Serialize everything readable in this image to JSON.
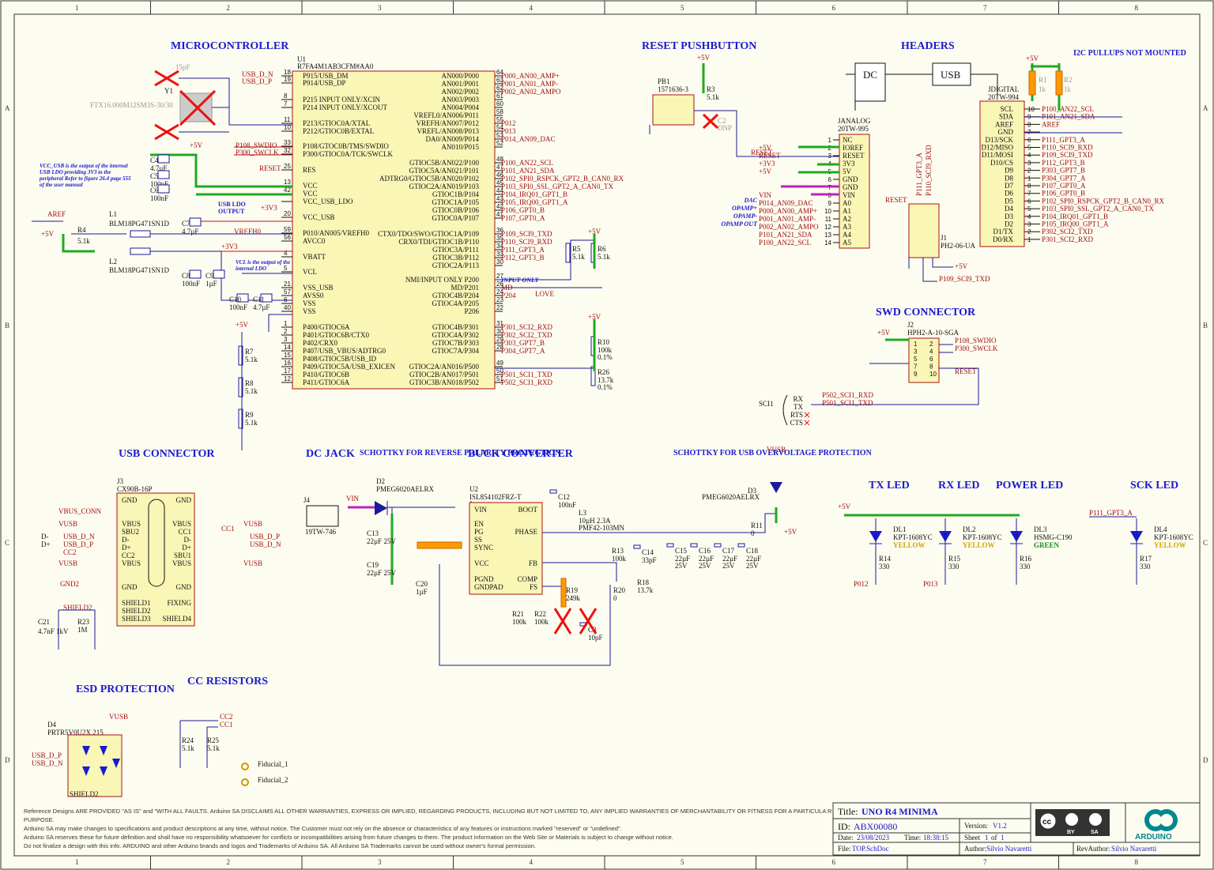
{
  "grid": {
    "cols": [
      "1",
      "2",
      "3",
      "4",
      "5",
      "6",
      "7",
      "8"
    ],
    "rows": [
      "A",
      "B",
      "C",
      "D"
    ]
  },
  "sections": {
    "micro": "MICROCONTROLLER",
    "reset": "RESET PUSHBUTTON",
    "headers": "HEADERS",
    "i2c": "I2C PULLUPS NOT MOUNTED",
    "swd": "SWD CONNECTOR",
    "usb": "USB CONNECTOR",
    "dc": "DC JACK",
    "schottky_rev": "SCHOTTKY FOR REVERSE POLARITY PROTECTION",
    "buck": "BUCK CONVERTER",
    "schottky_usb": "SCHOTTKY FOR USB OVERVOLTAGE PROTECTION",
    "tx_led": "TX LED",
    "rx_led": "RX LED",
    "power_led": "POWER LED",
    "sck_led": "SCK LED",
    "esd": "ESD PROTECTION",
    "cc": "CC RESISTORS"
  },
  "mcu": {
    "ref": "U1",
    "part": "R7FA4M1AB3CFM#AA0",
    "left_pins": [
      {
        "n": "18",
        "name": "P915/USB_DM",
        "net": "USB_D_N"
      },
      {
        "n": "19",
        "name": "P914/USB_DP",
        "net": "USB_D_P"
      },
      {
        "n": "8",
        "name": "P215 INPUT ONLY/XCIN",
        "net": ""
      },
      {
        "n": "7",
        "name": "P214 INPUT ONLY/XCOUT",
        "net": ""
      },
      {
        "n": "11",
        "name": "P213/GTIOC0A/XTAL",
        "net": ""
      },
      {
        "n": "10",
        "name": "P212/GTIOC0B/EXTAL",
        "net": ""
      },
      {
        "n": "33",
        "name": "P108/GTOC0B/TMS/SWDIO",
        "net": "P108_SWDIO"
      },
      {
        "n": "32",
        "name": "P300/GTIOC0A/TCK/SWCLK",
        "net": "P300_SWCLK"
      },
      {
        "n": "25",
        "name": "RES",
        "net": "RESET"
      },
      {
        "n": "13",
        "name": "VCC",
        "net": ""
      },
      {
        "n": "42",
        "name": "VCC",
        "net": ""
      },
      {
        "n": "",
        "name": "VCC_USB_LDO",
        "net": ""
      },
      {
        "n": "20",
        "name": "VCC_USB",
        "net": "+3V3"
      },
      {
        "n": "59",
        "name": "P010/AN005/VREFH0",
        "net": "VREFH0"
      },
      {
        "n": "56",
        "name": "AVCC0",
        "net": ""
      },
      {
        "n": "4",
        "name": "VBATT",
        "net": "+3V3"
      },
      {
        "n": "5",
        "name": "VCL",
        "net": ""
      },
      {
        "n": "21",
        "name": "VSS_USB",
        "net": ""
      },
      {
        "n": "57",
        "name": "AVSS0",
        "net": ""
      },
      {
        "n": "6",
        "name": "VSS",
        "net": ""
      },
      {
        "n": "40",
        "name": "VSS",
        "net": ""
      },
      {
        "n": "1",
        "name": "P400/GTIOC6A",
        "net": ""
      },
      {
        "n": "2",
        "name": "P401/GTIOC6B/CTX0",
        "net": ""
      },
      {
        "n": "3",
        "name": "P402/CRX0",
        "net": ""
      },
      {
        "n": "14",
        "name": "P407/USB_VBUS/ADTRG0",
        "net": ""
      },
      {
        "n": "15",
        "name": "P408/GTIOC5B/USB_ID",
        "net": ""
      },
      {
        "n": "16",
        "name": "P409/GTIOC5A/USB_EXICEN",
        "net": ""
      },
      {
        "n": "17",
        "name": "P410/GTIOC6B",
        "net": ""
      },
      {
        "n": "12",
        "name": "P411/GTIOC6A",
        "net": ""
      }
    ],
    "right_pins": [
      {
        "n": "64",
        "name": "AN000/P000",
        "net": "P000_AN00_AMP+"
      },
      {
        "n": "63",
        "name": "AN001/P001",
        "net": "P001_AN01_AMP-"
      },
      {
        "n": "62",
        "name": "AN002/P002",
        "net": "P002_AN02_AMPO"
      },
      {
        "n": "61",
        "name": "AN003/P003",
        "net": ""
      },
      {
        "n": "60",
        "name": "AN004/P004",
        "net": ""
      },
      {
        "n": "58",
        "name": "VREFL0/AN006/P011",
        "net": ""
      },
      {
        "n": "55",
        "name": "VREFH/AN007/P012",
        "net": "P012"
      },
      {
        "n": "54",
        "name": "VREFL/AN008/P013",
        "net": "P013"
      },
      {
        "n": "53",
        "name": "DA0/AN009/P014",
        "net": "P014_AN09_DAC"
      },
      {
        "n": "52",
        "name": "AN010/P015",
        "net": ""
      },
      {
        "n": "48",
        "name": "GTIOC5B/AN022/P100",
        "net": "P100_AN22_SCL"
      },
      {
        "n": "47",
        "name": "GTIOC5A/AN021/P101",
        "net": "P101_AN21_SDA"
      },
      {
        "n": "46",
        "name": "ADTRG0/GTIOC5B/AN020/P102",
        "net": "P102_SPI0_RSPCK_GPT2_B_CAN0_RX"
      },
      {
        "n": "45",
        "name": "GTIOC2A/AN019/P103",
        "net": "P103_SPI0_SSL_GPT2_A_CAN0_TX"
      },
      {
        "n": "44",
        "name": "GTIOC1B/P104",
        "net": "P104_IRQ01_GPT1_B"
      },
      {
        "n": "43",
        "name": "GTIOC1A/P105",
        "net": "P105_IRQ00_GPT1_A"
      },
      {
        "n": "42",
        "name": "GTIOC0B/P106",
        "net": "P106_GPT0_B"
      },
      {
        "n": "41",
        "name": "GTIOC0A/P107",
        "net": "P107_GPT0_A"
      },
      {
        "n": "36",
        "name": "CTX0/TDO/SWO/GTIOC1A/P109",
        "net": "P109_SCI9_TXD"
      },
      {
        "n": "35",
        "name": "CRX0/TDI/GTIOC1B/P110",
        "net": "P110_SCI9_RXD"
      },
      {
        "n": "34",
        "name": "GTIOC3A/P111",
        "net": "P111_GPT3_A"
      },
      {
        "n": "33",
        "name": "GTIOC3B/P112",
        "net": "P112_GPT3_B"
      },
      {
        "n": "30",
        "name": "GTIOC2A/P113",
        "net": ""
      },
      {
        "n": "27",
        "name": "NMI/INPUT ONLY P200",
        "net": "INPUT ONLY"
      },
      {
        "n": "26",
        "name": "MD/P201",
        "net": "MD"
      },
      {
        "n": "24",
        "name": "GTIOC4B/P204",
        "net": "P204"
      },
      {
        "n": "23",
        "name": "GTIOC4A/P205",
        "net": ""
      },
      {
        "n": "22",
        "name": "P206",
        "net": ""
      },
      {
        "n": "31",
        "name": "GTIOC4B/P301",
        "net": "P301_SCI2_RXD"
      },
      {
        "n": "30",
        "name": "GTIOC4A/P302",
        "net": "P302_SCI2_TXD"
      },
      {
        "n": "29",
        "name": "GTIOC7B/P303",
        "net": "P303_GPT7_B"
      },
      {
        "n": "28",
        "name": "GTIOC7A/P304",
        "net": "P304_GPT7_A"
      },
      {
        "n": "49",
        "name": "GTIOC2A/AN016/P500",
        "net": ""
      },
      {
        "n": "50",
        "name": "GTIOC2B/AN017/P501",
        "net": "P501_SCI1_TXD"
      },
      {
        "n": "51",
        "name": "GTIOC3B/AN018/P502",
        "net": "P502_SCI1_RXD"
      }
    ],
    "love": "LOVE"
  },
  "crystal": {
    "ref": "Y1",
    "part": "FTX16.000M12SM3S-30/30",
    "cap": "15pF"
  },
  "usb_note": "VCC_USB is the output of the internal USB LDO providing 3V3 to the peripheral Refer to figure 26.4 page 555 of the user manual",
  "vcl_note": "VCL is the output of the internal LDO",
  "usb_ldo_label": "USB LDO OUTPUT",
  "caps_left": [
    {
      "ref": "C4",
      "val": "4.7µF"
    },
    {
      "ref": "C5",
      "val": "100nF"
    },
    {
      "ref": "C6",
      "val": "100nF"
    },
    {
      "ref": "C7",
      "val": "4.7µF"
    },
    {
      "ref": "C8",
      "val": "100nF"
    },
    {
      "ref": "C9",
      "val": "1µF"
    },
    {
      "ref": "C10",
      "val": "100nF"
    },
    {
      "ref": "C11",
      "val": "4.7µF"
    }
  ],
  "ferrites": [
    {
      "ref": "L1",
      "part": "BLM18PG471SN1D"
    },
    {
      "ref": "L2",
      "part": "BLM18PG471SN1D"
    }
  ],
  "r4": {
    "ref": "R4",
    "val": "5.1k"
  },
  "nets": {
    "p5v": "+5V",
    "p3v3": "+3V3",
    "aref": "AREF",
    "vrefh0": "VREFH0",
    "vin": "VIN",
    "vusb": "VUSB",
    "reset": "RESET",
    "md": "MD"
  },
  "rdiv": [
    {
      "ref": "R5",
      "val": "5.1k"
    },
    {
      "ref": "R6",
      "val": "5.1k"
    },
    {
      "ref": "R7",
      "val": "5.1k"
    },
    {
      "ref": "R8",
      "val": "5.1k"
    },
    {
      "ref": "R9",
      "val": "5.1k"
    },
    {
      "ref": "R10",
      "val": "100k 0.1%"
    },
    {
      "ref": "R26",
      "val": "13.7k 0.1%"
    }
  ],
  "reset_block": {
    "pb": "PB1",
    "pb_part": "1571636-3",
    "r3": "R3",
    "r3v": "5.1k",
    "c2": "C2",
    "c2v": "DNP"
  },
  "janalog": {
    "ref": "JANALOG",
    "part": "20TW-995",
    "pins": [
      {
        "n": "1",
        "name": "NC",
        "net": ""
      },
      {
        "n": "2",
        "name": "IOREF",
        "net": "+5V"
      },
      {
        "n": "3",
        "name": "RESET",
        "net": "RESET"
      },
      {
        "n": "4",
        "name": "3V3",
        "net": "+3V3"
      },
      {
        "n": "5",
        "name": "5V",
        "net": "+5V"
      },
      {
        "n": "6",
        "name": "GND",
        "net": ""
      },
      {
        "n": "7",
        "name": "GND",
        "net": ""
      },
      {
        "n": "8",
        "name": "VIN",
        "net": "VIN"
      },
      {
        "n": "9",
        "name": "A0",
        "net": "P014_AN09_DAC"
      },
      {
        "n": "10",
        "name": "A1",
        "net": "P000_AN00_AMP+"
      },
      {
        "n": "11",
        "name": "A2",
        "net": "P001_AN01_AMP-"
      },
      {
        "n": "12",
        "name": "A3",
        "net": "P002_AN02_AMPO"
      },
      {
        "n": "13",
        "name": "A4",
        "net": "P101_AN21_SDA"
      },
      {
        "n": "14",
        "name": "A5",
        "net": "P100_AN22_SCL"
      }
    ],
    "side": [
      "DAC",
      "OPAMP+",
      "OPAMP-",
      "OPAMP OUT"
    ]
  },
  "jdigital": {
    "ref": "JDIGITAL",
    "part": "20TW-994",
    "pins": [
      {
        "n": "10",
        "name": "SCL",
        "net": "P100_AN22_SCL"
      },
      {
        "n": "9",
        "name": "SDA",
        "net": "P101_AN21_SDA"
      },
      {
        "n": "8",
        "name": "AREF",
        "net": "AREF"
      },
      {
        "n": "7",
        "name": "GND",
        "net": ""
      },
      {
        "n": "6",
        "name": "D13/SCK",
        "net": "P111_GPT3_A"
      },
      {
        "n": "5",
        "name": "D12/MISO",
        "net": "P110_SCI9_RXD"
      },
      {
        "n": "4",
        "name": "D11/MOSI",
        "net": "P109_SCI9_TXD"
      },
      {
        "n": "3",
        "name": "D10/CS",
        "net": "P112_GPT3_B"
      },
      {
        "n": "2",
        "name": "D9",
        "net": "P303_GPT7_B"
      },
      {
        "n": "1",
        "name": "D8",
        "net": "P304_GPT7_A"
      },
      {
        "n": "8",
        "name": "D7",
        "net": "P107_GPT0_A"
      },
      {
        "n": "7",
        "name": "D6",
        "net": "P106_GPT0_B"
      },
      {
        "n": "6",
        "name": "D5",
        "net": "P102_SPI0_RSPCK_GPT2_B_CAN0_RX"
      },
      {
        "n": "5",
        "name": "D4",
        "net": "P103_SPI0_SSL_GPT2_A_CAN0_TX"
      },
      {
        "n": "4",
        "name": "D3",
        "net": "P104_IRQ01_GPT1_B"
      },
      {
        "n": "3",
        "name": "D2",
        "net": "P105_IRQ00_GPT1_A"
      },
      {
        "n": "2",
        "name": "D1/TX",
        "net": "P302_SCI2_TXD"
      },
      {
        "n": "1",
        "name": "D0/RX",
        "net": "P301_SCI2_RXD"
      }
    ]
  },
  "hdr_boxes": {
    "dc": "DC",
    "usb": "USB"
  },
  "i2c_res": [
    {
      "ref": "R1",
      "val": "1k"
    },
    {
      "ref": "R2",
      "val": "1k"
    }
  ],
  "j1": {
    "ref": "J1",
    "part": "PH2-06-UA",
    "n1": "P111_GPT3_A",
    "n2": "P110_SCI9_RXD",
    "n3": "P109_SCI9_TXD"
  },
  "j2": {
    "ref": "J2",
    "part": "HPH2-A-10-SGA",
    "sci1": "SCI1",
    "sig": [
      "RX",
      "TX",
      "RTS",
      "CTS"
    ],
    "n1": "P502_SCI1_RXD",
    "n2": "P501_SCI1_TXD"
  },
  "j3": {
    "ref": "J3",
    "part": "CX90B-16P",
    "left": [
      "GND",
      "VBUS",
      "SBU2",
      "D-",
      "D+",
      "CC2",
      "VBUS",
      "GND",
      "SHIELD1",
      "SHIELD2",
      "SHIELD3"
    ],
    "right": [
      "GND",
      "VBUS",
      "CC1",
      "D-",
      "D+",
      "SBU1",
      "VBUS",
      "GND",
      "FIXING",
      "SHIELD4"
    ],
    "lnet": [
      "VBUS_CONN",
      "VUSB",
      "USB_D_N",
      "USB_D_P",
      "CC2",
      "VUSB",
      "GND2",
      "SHIELD2"
    ],
    "rnet": [
      "VUSB",
      "CC1",
      "USB_D_P",
      "USB_D_N",
      "VUSB"
    ],
    "c21": "C21",
    "c21v": "4.7nF 1kV",
    "r23": "R23",
    "r23v": "1M",
    "dm": "D-",
    "dp": "D+"
  },
  "j4": {
    "ref": "J4",
    "part": "19TW-746"
  },
  "d2": {
    "ref": "D2",
    "part": "PMEG6020AELRX"
  },
  "d3": {
    "ref": "D3",
    "part": "PMEG6020AELRX"
  },
  "u2": {
    "ref": "U2",
    "part": "ISL854102FRZ-T",
    "left": [
      "VIN",
      "EN",
      "PG",
      "SS",
      "SYNC",
      "VCC",
      "PGND",
      "GNDPAD"
    ],
    "right": [
      "BOOT",
      "PHASE",
      "FB",
      "COMP",
      "FS"
    ]
  },
  "buck_parts": [
    {
      "ref": "C12",
      "val": "100nF"
    },
    {
      "ref": "L3",
      "val": "10µH 2.3A PMF42-103MN"
    },
    {
      "ref": "C13",
      "val": "22µF 25V"
    },
    {
      "ref": "C19",
      "val": "22µF 25V"
    },
    {
      "ref": "C20",
      "val": "1µF"
    },
    {
      "ref": "R13",
      "val": "100k"
    },
    {
      "ref": "R18",
      "val": "13.7k"
    },
    {
      "ref": "R19",
      "val": "249k"
    },
    {
      "ref": "R20",
      "val": "0"
    },
    {
      "ref": "R21",
      "val": "100k"
    },
    {
      "ref": "R22",
      "val": "100k"
    },
    {
      "ref": "C14",
      "val": "33pF"
    },
    {
      "ref": "C15",
      "val": "22µF 25V"
    },
    {
      "ref": "C16",
      "val": "22µF 25V"
    },
    {
      "ref": "C17",
      "val": "22µF 25V"
    },
    {
      "ref": "C18",
      "val": "22µF 25V"
    },
    {
      "ref": "R11",
      "val": "0"
    },
    {
      "ref": "C3",
      "val": "10pF"
    }
  ],
  "leds": [
    {
      "ref": "DL1",
      "part": "KPT-1608YC",
      "color": "YELLOW",
      "r": "R14",
      "rv": "330",
      "net": "P012"
    },
    {
      "ref": "DL2",
      "part": "KPT-1608YC",
      "color": "YELLOW",
      "r": "R15",
      "rv": "330",
      "net": "P013"
    },
    {
      "ref": "DL3",
      "part": "HSMG-C190",
      "color": "GREEN",
      "r": "R16",
      "rv": "330",
      "net": ""
    },
    {
      "ref": "DL4",
      "part": "KPT-1608YC",
      "color": "YELLOW",
      "r": "R17",
      "rv": "330",
      "net": "P111_GPT3_A"
    }
  ],
  "esd_part": {
    "ref": "D4",
    "part": "PRTR5V0U2X,215",
    "net": "VUSB",
    "dp": "USB_D_P",
    "dn": "USB_D_N",
    "sh": "SHIELD2"
  },
  "cc_res": [
    {
      "ref": "R24",
      "val": "5.1k",
      "net": "CC2"
    },
    {
      "ref": "R25",
      "val": "5.1k",
      "net": "CC1"
    }
  ],
  "fiducials": [
    "Fiducial_1",
    "Fiducial_2"
  ],
  "disclaimer": [
    "Reference Designs ARE PROVIDED \"AS IS\" and \"WITH ALL FAULTS. Arduino SA DISCLAIMS ALL OTHER WARRANTIES, EXPRESS OR IMPLIED, REGARDING PRODUCTS, INCLUDING BUT NOT LIMITED TO, ANY IMPLIED WARRANTIES OF MERCHANTABILITY OR FITNESS FOR A PARTICULA R",
    "PURPOSE.",
    "Arduino SA may make changes to specifications and product descriptions at any time, without notice. The Customer must not rely on the absence or characteristics of any features or instructions marked \"reserved\" or \"undefined\".",
    "Arduino SA reserves these for future definition and shall have no responsibility whatsoever for conflicts or incompatibilities arising from future changes to them. The product information on the Web Site or Materials is subject to change without notice.",
    "Do not finalize a design with this info. ARDUINO and other Arduino brands and logos and Trademarks of Arduino SA. All Arduino SA Trademarks cannot be used without owner's formal permission."
  ],
  "title_block": {
    "title_l": "Title:",
    "title": "UNO R4 MINIMA",
    "id_l": "ID:",
    "id": "ABX00080",
    "ver_l": "Version:",
    "ver": "V1.2",
    "date_l": "Date:",
    "date": "23/08/2023",
    "time_l": "Time:",
    "time": "18:38:15",
    "sheet_l": "Sheet",
    "sheet": "1",
    "of": "of",
    "sheets": "1",
    "file_l": "File:",
    "file": "TOP.SchDoc",
    "author_l": "Author:",
    "author": "Silvio Navaretti",
    "rev_l": "RevAuthor:",
    "rev": "Silvio Navaretti",
    "cc": "cc",
    "by": "BY",
    "sa": "SA",
    "arduino": "ARDUINO"
  }
}
